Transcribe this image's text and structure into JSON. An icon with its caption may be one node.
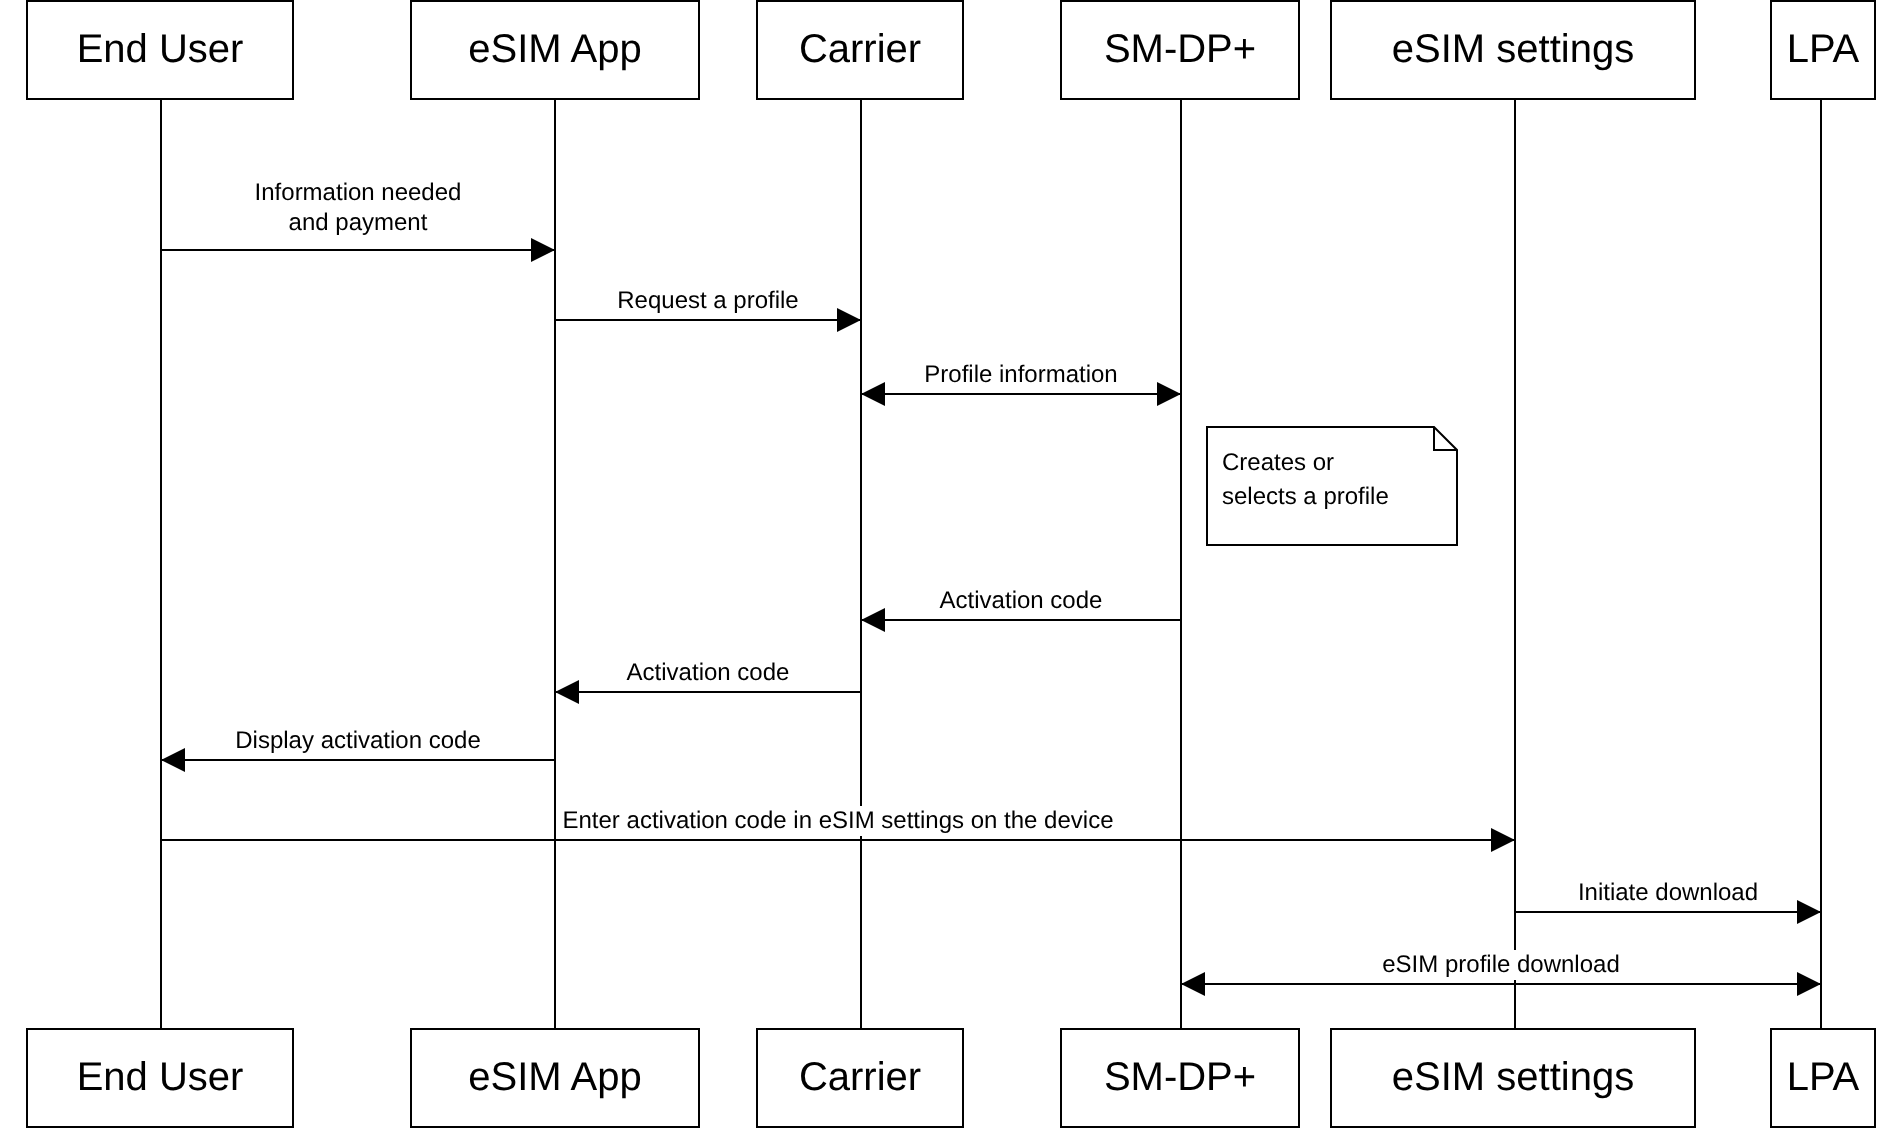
{
  "diagram": {
    "nodes": [
      {
        "text": [
          "End User"
        ]
      },
      {
        "text": [
          "eSIM App"
        ]
      },
      {
        "text": [
          "Carrier"
        ]
      },
      {
        "text": [
          "SM-DP+"
        ]
      },
      {
        "text": [
          "eSIM settings"
        ]
      },
      {
        "text": [
          "LPA"
        ]
      },
      {
        "text": [],
        "shape": "line"
      },
      {
        "text": [],
        "shape": "line"
      },
      {
        "text": [],
        "shape": "line"
      },
      {
        "text": [],
        "shape": "line"
      },
      {
        "text": [],
        "shape": "line"
      },
      {
        "text": [],
        "shape": "line"
      },
      {
        "text": [
          "Creates or selects a profile"
        ]
      },
      {
        "text": [
          "End User"
        ]
      },
      {
        "text": [
          "eSIM App"
        ]
      },
      {
        "text": [
          "Carrier"
        ]
      },
      {
        "text": [
          "SM-DP+"
        ]
      },
      {
        "text": [
          "eSIM settings"
        ]
      },
      {
        "text": [
          "LPA"
        ]
      }
    ],
    "edges": [
      {
        "from": 6,
        "to": 7,
        "arrow": "to",
        "label": "Information needed and payment"
      },
      {
        "from": 7,
        "to": 8,
        "arrow": "to",
        "label": "Request a profile"
      },
      {
        "from": 8,
        "to": 9,
        "arrow": "both",
        "label": "Profile information"
      },
      {
        "from": 9,
        "to": 8,
        "arrow": "to",
        "label": "Activation code"
      },
      {
        "from": 8,
        "to": 7,
        "arrow": "to",
        "label": "Activation code"
      },
      {
        "from": 7,
        "to": 6,
        "arrow": "to",
        "label": "Display activation code"
      },
      {
        "from": 6,
        "to": 10,
        "arrow": "to",
        "label": "Enter activation code in eSIM settings on the device"
      },
      {
        "from": 10,
        "to": 11,
        "arrow": "to",
        "label": "Initiate download"
      },
      {
        "from": 9,
        "to": 11,
        "arrow": "both",
        "label": "eSIM profile download"
      }
    ]
  }
}
